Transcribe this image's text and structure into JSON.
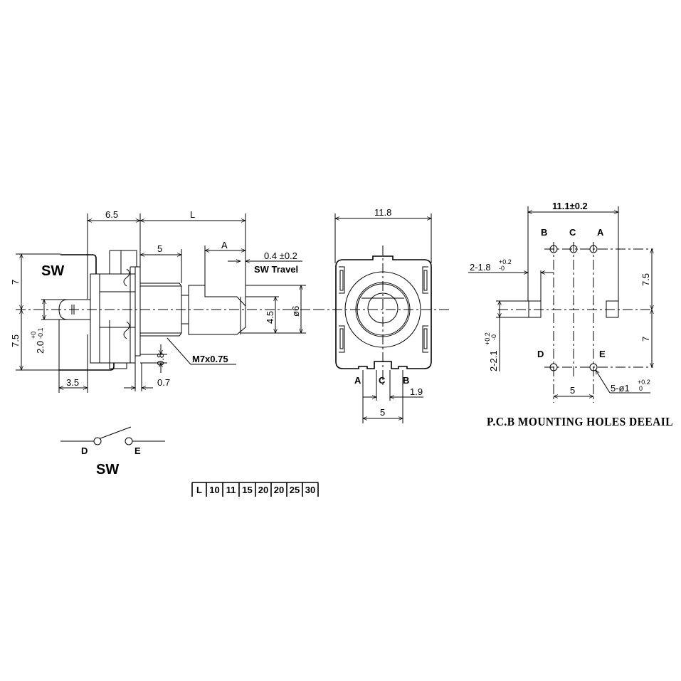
{
  "side_view": {
    "dim_body_depth": "6.5",
    "dim_shaft_length": "L",
    "dim_bushing_length": "5",
    "dim_flat_length": "A",
    "sw_travel_value": "0.4 ±0.2",
    "sw_travel_label": "SW Travel",
    "sw_label": "SW",
    "dim_upper_height": "7",
    "dim_lower_height": "7.5",
    "dim_lever": "2.0",
    "dim_lever_tol_plus": "+0",
    "dim_lever_tol_minus": "-0.1",
    "dim_flat": "4.5",
    "dim_shaft_dia": "ø6",
    "thread": "M7x0.75",
    "dim_tab": "0.8",
    "dim_tab_offset": "0.7",
    "dim_sw_depth": "3.5"
  },
  "front_view": {
    "dim_width": "11.8",
    "pin_a": "A",
    "pin_c": "C",
    "pin_b": "B",
    "dim_pin_pitch_small": "1.9",
    "dim_pin_pitch": "5"
  },
  "pcb_view": {
    "dim_width": "11.1±0.2",
    "hole_b": "B",
    "hole_c": "C",
    "hole_a": "A",
    "hole_d": "D",
    "hole_e": "E",
    "dim_slot_w": "2-1.8",
    "dim_slot_w_tol": "+0.2",
    "dim_slot_w_tol2": "-0",
    "dim_slot_h": "2-2.1",
    "dim_slot_h_tol": "+0.2",
    "dim_slot_h_tol2": "-0",
    "dim_upper": "7.5",
    "dim_lower": "7",
    "dim_de_pitch": "5",
    "dim_holes": "5-ø1",
    "dim_holes_tol": "+0.2",
    "dim_holes_tol2": "0",
    "title": "P.C.B MOUNTING HOLES DEEAIL"
  },
  "switch_symbol": {
    "d": "D",
    "e": "E",
    "label": "SW"
  },
  "length_table": {
    "header": "L",
    "values": [
      "10",
      "11",
      "15",
      "20",
      "20",
      "25",
      "30"
    ]
  }
}
